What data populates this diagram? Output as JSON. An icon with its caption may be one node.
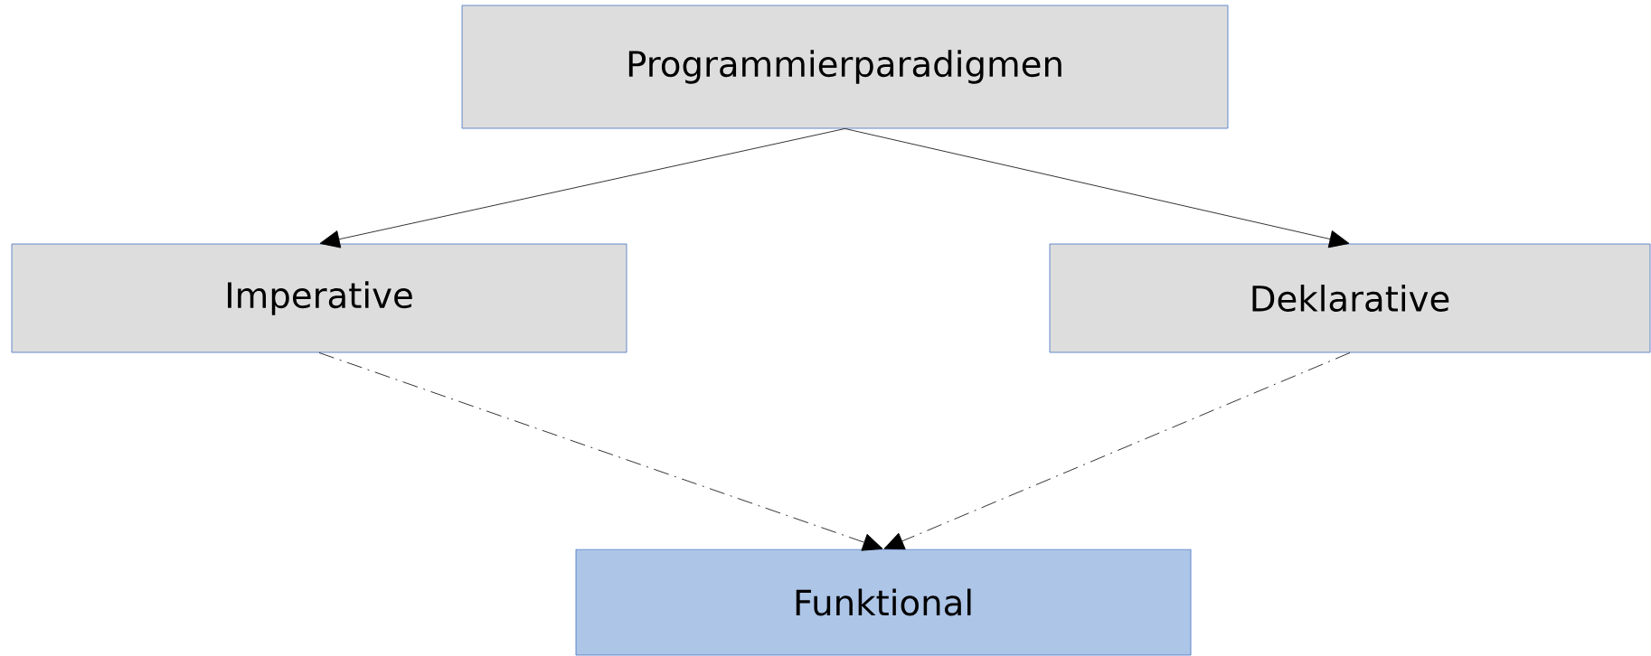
{
  "diagram": {
    "nodes": [
      {
        "text": [
          "Programmierparadigmen"
        ]
      },
      {
        "text": [
          "Imperative"
        ]
      },
      {
        "text": [
          "Deklarative"
        ]
      },
      {
        "text": [
          "Funktional"
        ]
      }
    ],
    "edges": [
      {
        "from": 0,
        "to": 1,
        "arrow": "to"
      },
      {
        "from": 0,
        "to": 2,
        "arrow": "to"
      },
      {
        "from": 1,
        "to": 3,
        "arrow": "to",
        "style": "dashed"
      },
      {
        "from": 2,
        "to": 3,
        "arrow": "to",
        "style": "dashed"
      }
    ]
  }
}
